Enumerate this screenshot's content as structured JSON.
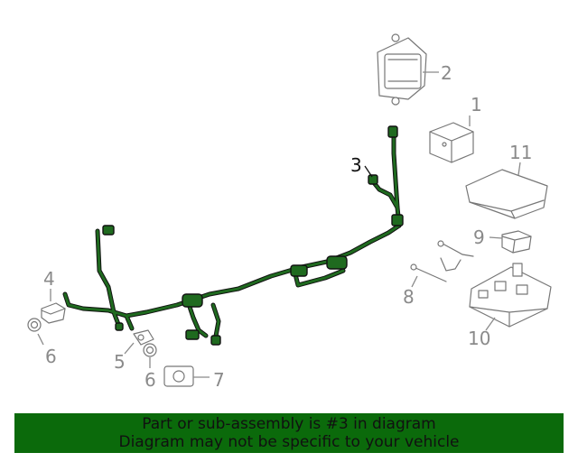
{
  "callouts": {
    "c1": "1",
    "c2": "2",
    "c3": "3",
    "c4": "4",
    "c5": "5",
    "c6a": "6",
    "c6b": "6",
    "c7": "7",
    "c8": "8",
    "c9": "9",
    "c10": "10",
    "c11": "11"
  },
  "banner": {
    "line1": "Part or sub-assembly is #3 in diagram",
    "line2": "Diagram may not be specific to your vehicle"
  },
  "colors": {
    "harness": "#1f6a1f",
    "banner": "#0b6a0b",
    "callout": "#8a8a8a"
  }
}
